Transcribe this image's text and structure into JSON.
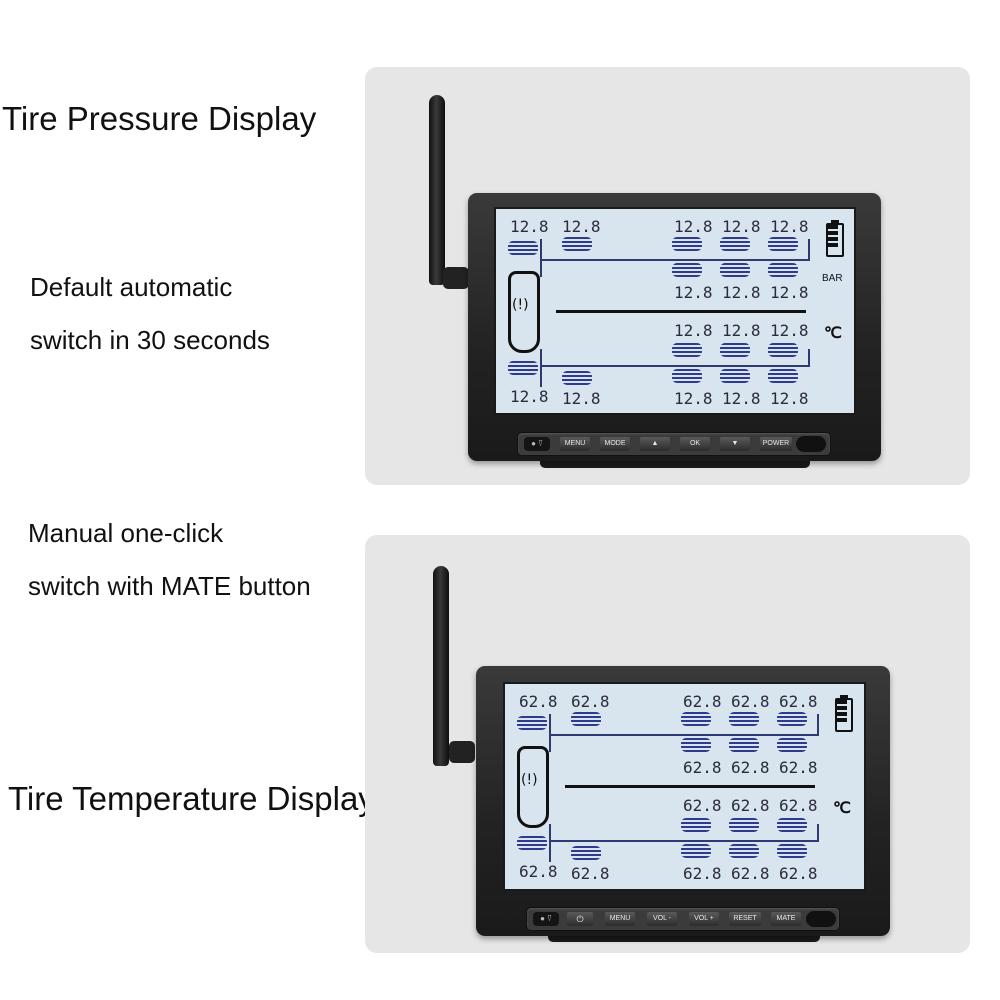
{
  "captions": {
    "pressure_title": "Tire Pressure Display",
    "auto_line1": "Default automatic",
    "auto_line2": "switch in 30 seconds",
    "manual_line1": "Manual one-click",
    "manual_line2": "switch with MATE button",
    "temperature_title": "Tire Temperature Display"
  },
  "pressure_display": {
    "reading": "12.8",
    "unit_pressure": "BAR",
    "unit_temp": "℃",
    "buttons": [
      "MENU",
      "MODE",
      "▲",
      "OK",
      "▼",
      "POWER"
    ]
  },
  "temperature_display": {
    "reading": "62.8",
    "unit_temp": "℃",
    "buttons": [
      "⏻",
      "MENU",
      "VOL -",
      "VOL +",
      "RESET",
      "MATE"
    ]
  },
  "colors": {
    "lcd_bg": "#d8e4ee",
    "lcd_ink": "#2e3a8c",
    "panel_bg": "#e6e6e6"
  }
}
